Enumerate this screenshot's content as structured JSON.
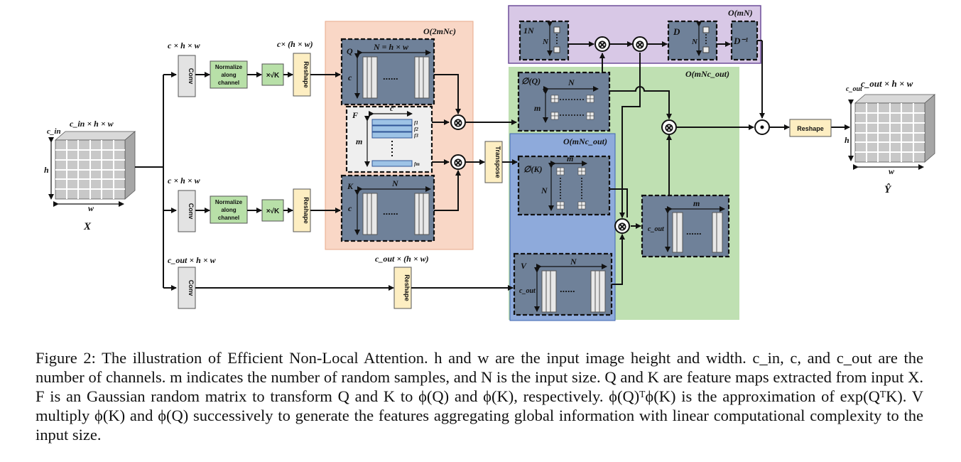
{
  "figure": {
    "input_tensor": {
      "name": "X",
      "dims": "c_in × h × w",
      "c_label": "c_in",
      "h_label": "h",
      "w_label": "w"
    },
    "output_tensor": {
      "name": "Ŷ",
      "dims": "c_out × h × w",
      "c_label": "c_out",
      "h_label": "h",
      "w_label": "w"
    },
    "branch_q": {
      "dims": "c × h × w",
      "reshape_dims": "c× (h × w)"
    },
    "branch_k": {
      "dims": "c × h × w"
    },
    "branch_v": {
      "dims": "c_out × h × w",
      "reshape_dims": "c_out × (h × w)"
    },
    "blocks": {
      "conv": "Conv",
      "normalize": "Normalize along channel",
      "scale": "×√K",
      "reshape": "Reshape",
      "transpose": "Transpose"
    },
    "complexity": {
      "qk_region": "O(2mNc)",
      "top_region": "O(mN)",
      "green_region": "O(mNc_out)",
      "blue_region": "O(mNc_out)"
    },
    "matrices": {
      "Q": {
        "name": "Q",
        "top": "N = h × w",
        "side": "c",
        "dots": "......"
      },
      "F": {
        "name": "F",
        "top": "c",
        "side": "m",
        "rows": [
          "f1",
          "f2",
          "f3",
          "fm"
        ]
      },
      "K": {
        "name": "K",
        "top": "N",
        "side": "c",
        "dots": "......"
      },
      "phiQ": {
        "name": "∅(Q)",
        "top": "N",
        "side": "m"
      },
      "phiK": {
        "name": "∅(K)",
        "top": "m",
        "side": "N"
      },
      "V": {
        "name": "V",
        "top": "N",
        "side": "c_out",
        "dots": "......"
      },
      "ones": {
        "name": "1N",
        "side": "N"
      },
      "D": {
        "name": "D",
        "side": "N"
      },
      "Dinv": {
        "name": "D⁻¹"
      },
      "mid": {
        "top": "m",
        "side": "c_out",
        "dots": "......"
      }
    },
    "operators": {
      "multiply": "⊗",
      "hadamard": "⊙"
    }
  },
  "caption": {
    "label": "Figure 2:",
    "text": "The illustration of Efficient Non-Local Attention. h and w are the input image height and width. c_in, c, and c_out are the number of channels. m indicates the number of random samples, and N is the input size. Q and K are feature maps extracted from input X. F is an Gaussian random matrix to transform Q and K to ϕ(Q) and ϕ(K), respectively. ϕ(Q)ᵀϕ(K) is the approximation of exp(QᵀK). V multiply ϕ(K) and ϕ(Q) successively to generate the features aggregating global information with linear computational complexity to the input size."
  },
  "colors": {
    "qk_region": "#f9d7c6",
    "top_region": "#d8c8e6",
    "green_region": "#bfe0b2",
    "blue_region": "#8eaadb",
    "matrix_box": "#6f8199",
    "normalize_box": "#b8e0a8",
    "reshape_box": "#fdeec2",
    "conv_box": "#e3e3e3"
  }
}
